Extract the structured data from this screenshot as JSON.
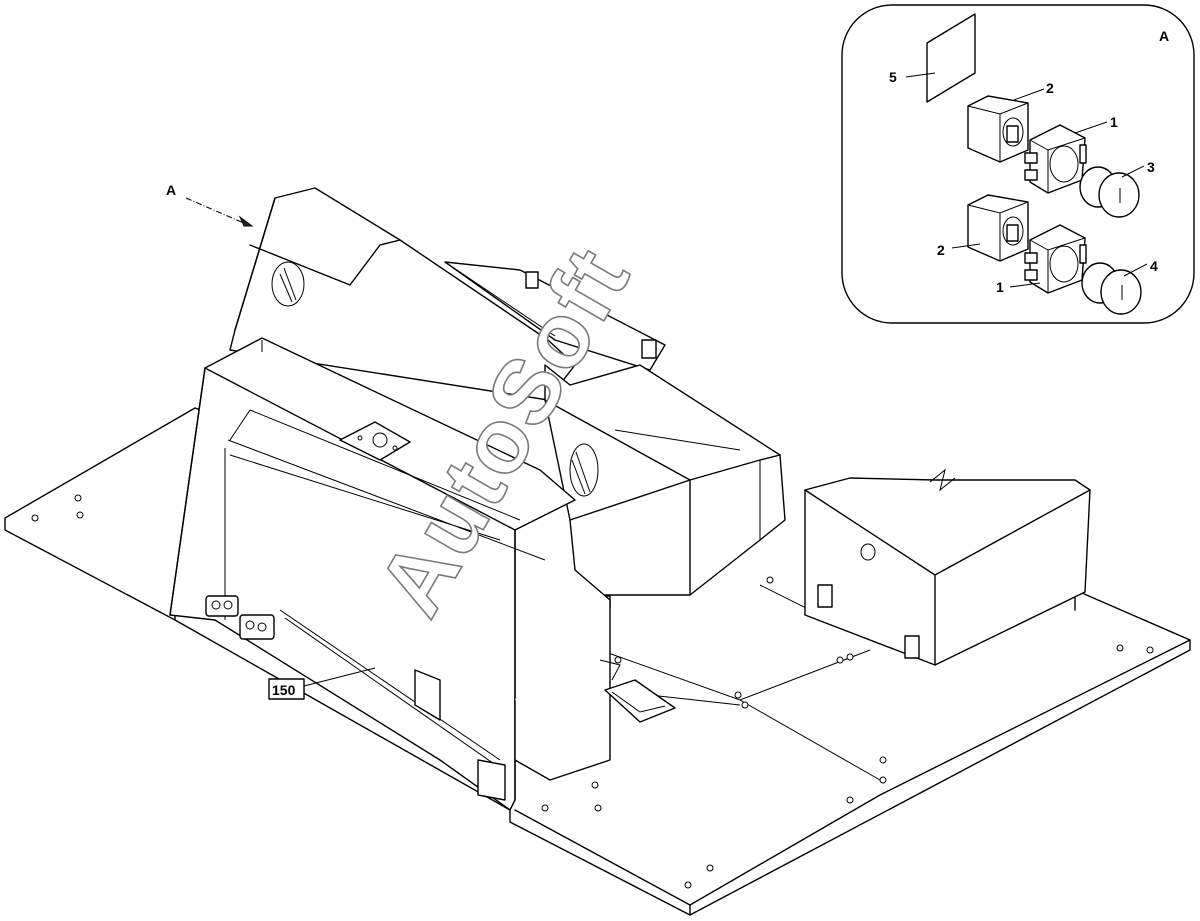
{
  "diagram": {
    "view_arrow_label": "A",
    "part_callout": "150",
    "watermark": "AutoSoft"
  },
  "detail_view": {
    "label": "A",
    "callouts": [
      "5",
      "2",
      "1",
      "3",
      "2",
      "4",
      "1"
    ]
  }
}
